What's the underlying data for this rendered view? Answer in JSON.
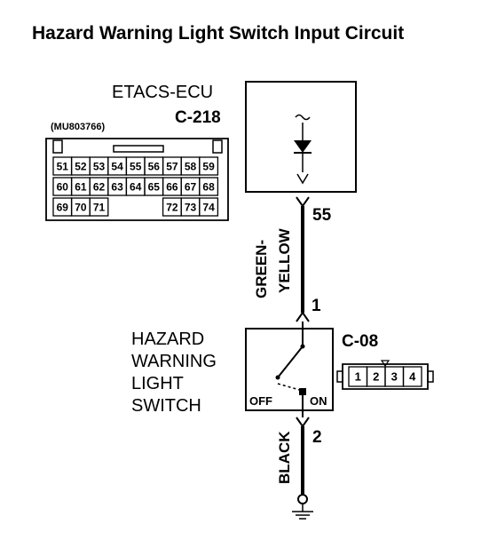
{
  "title": "Hazard Warning Light Switch Input Circuit",
  "ecu": {
    "name": "ETACS-ECU",
    "connector": "C-218",
    "part_number": "(MU803766)",
    "pin": "55"
  },
  "connector_c218_pins": {
    "row1": [
      "51",
      "52",
      "53",
      "54",
      "55",
      "56",
      "57",
      "58",
      "59"
    ],
    "row2": [
      "60",
      "61",
      "62",
      "63",
      "64",
      "65",
      "66",
      "67",
      "68"
    ],
    "row3_left": [
      "69",
      "70",
      "71"
    ],
    "row3_right": [
      "72",
      "73",
      "74"
    ]
  },
  "wire_top": {
    "color_line1": "GREEN-",
    "color_line2": "YELLOW"
  },
  "switch": {
    "label_lines": [
      "HAZARD",
      "WARNING",
      "LIGHT",
      "SWITCH"
    ],
    "connector": "C-08",
    "pin_top": "1",
    "pin_bottom": "2",
    "off_label": "OFF",
    "on_label": "ON"
  },
  "connector_c08_pins": [
    "1",
    "2",
    "3",
    "4"
  ],
  "wire_bottom": {
    "color": "BLACK"
  },
  "colors": {
    "ink": "#000000",
    "background": "#ffffff"
  }
}
